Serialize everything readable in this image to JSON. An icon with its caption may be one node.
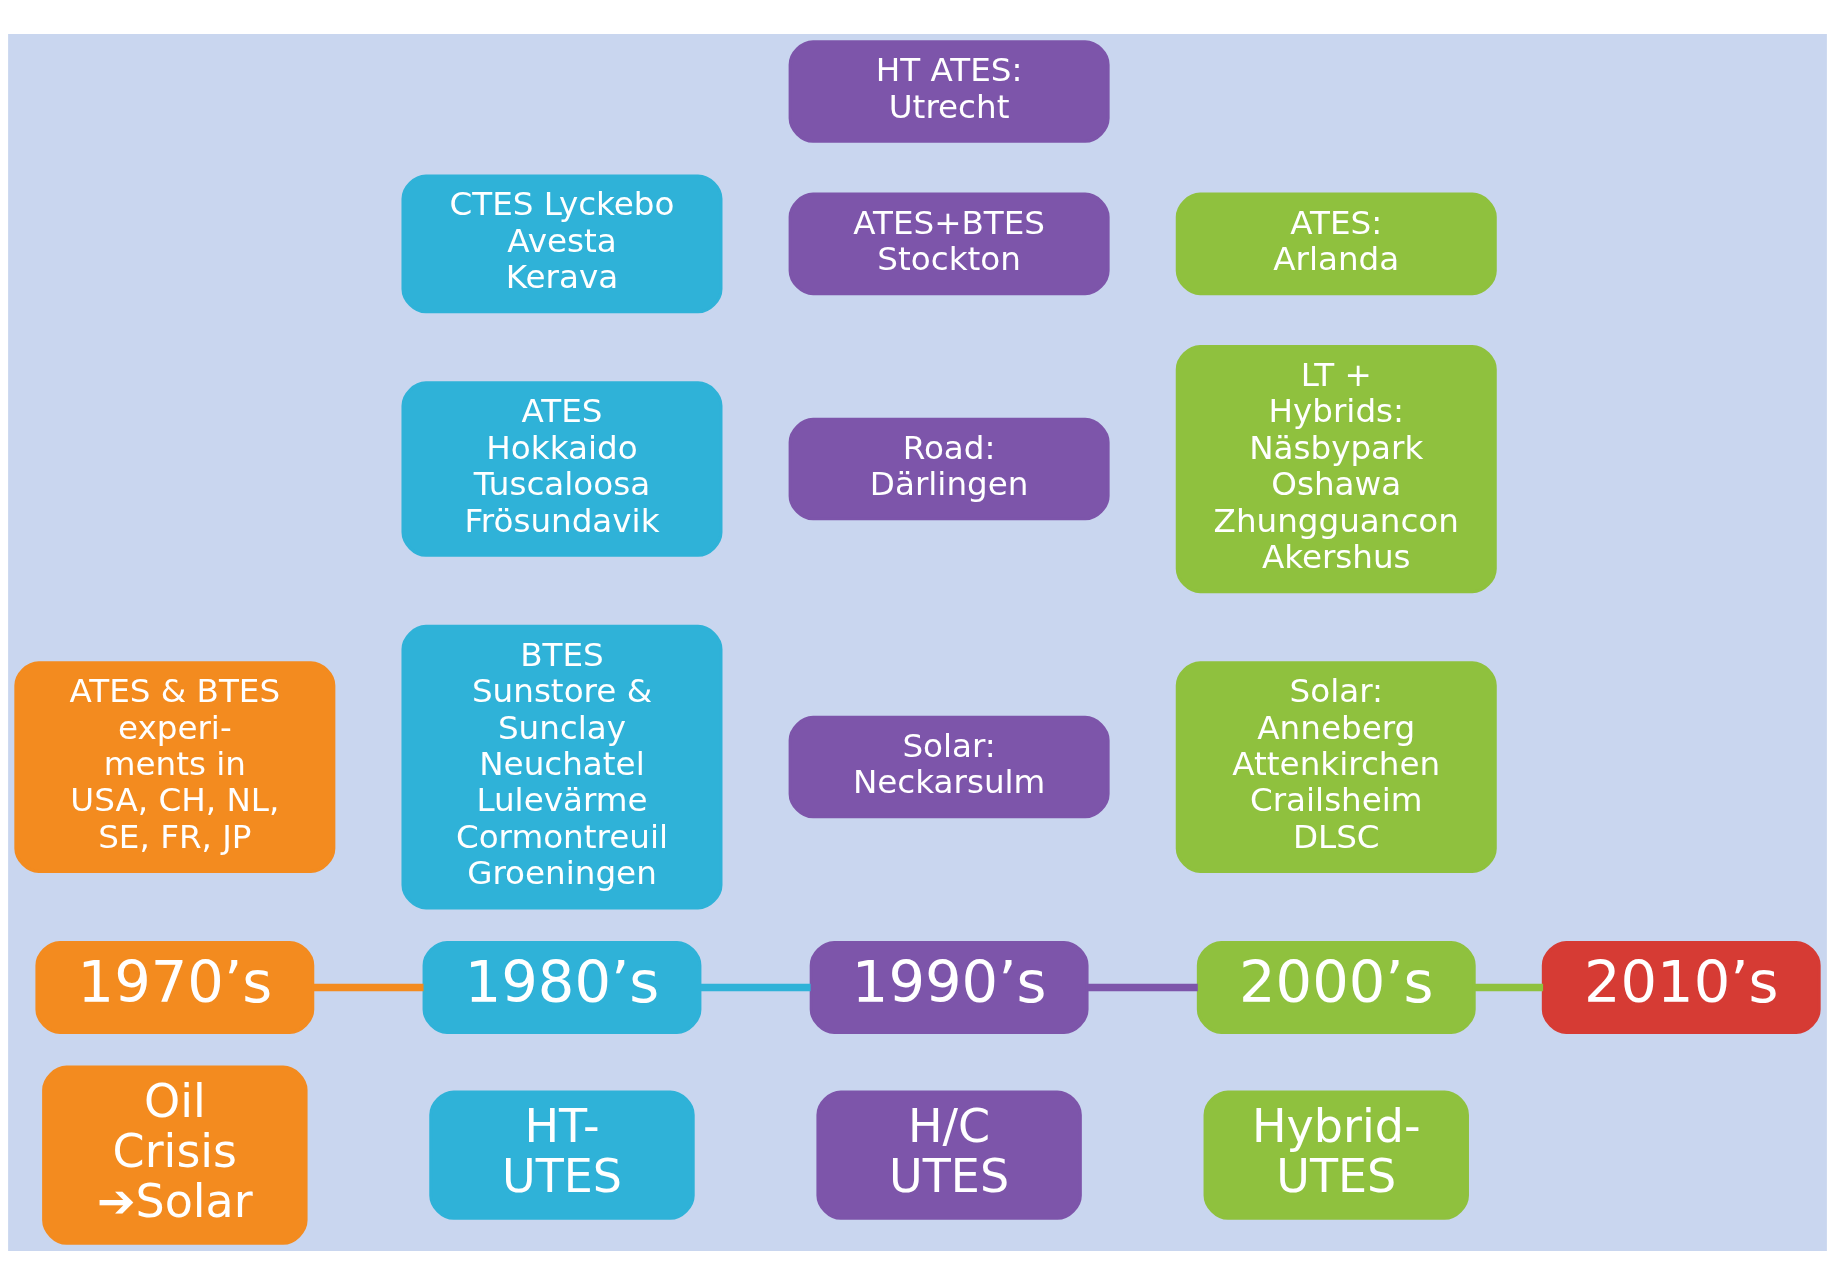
{
  "diagram": {
    "nodes": [
      {
        "text": [
          "ATES & BTES experi- ments in USA, CH, NL, SE, FR, JP"
        ]
      },
      {
        "text": [
          "1970’s"
        ]
      },
      {
        "text": [
          "Oil Crisis ➔Solar"
        ]
      },
      {
        "text": [
          "CTES Lyckebo Avesta Kerava"
        ]
      },
      {
        "text": [
          "ATES Hokkaido Tuscaloosa Frösundavik"
        ]
      },
      {
        "text": [
          "BTES Sunstore & Sunclay Neuchatel Lulevärme Cormontreuil Groeningen"
        ]
      },
      {
        "text": [
          "1980’s"
        ]
      },
      {
        "text": [
          "HT- UTES"
        ]
      },
      {
        "text": [
          "HT ATES: Utrecht"
        ]
      },
      {
        "text": [
          "ATES+BTES Stockton"
        ]
      },
      {
        "text": [
          "Road: Därlingen"
        ]
      },
      {
        "text": [
          "Solar: Neckarsulm"
        ]
      },
      {
        "text": [
          "1990’s"
        ]
      },
      {
        "text": [
          "H/C UTES"
        ]
      },
      {
        "text": [
          "ATES: Arlanda"
        ]
      },
      {
        "text": [
          "LT + Hybrids: Näsbypark Oshawa Zhungguancon Akershus"
        ]
      },
      {
        "text": [
          "Solar: Anneberg Attenkirchen Crailsheim DLSC"
        ]
      },
      {
        "text": [
          "2000’s"
        ]
      },
      {
        "text": [
          "Hybrid- UTES"
        ]
      },
      {
        "text": [
          "2010’s"
        ]
      }
    ],
    "edges": [
      {
        "from": 1,
        "to": 6,
        "arrow": "none",
        "color": "#f38b1f"
      },
      {
        "from": 6,
        "to": 12,
        "arrow": "none",
        "color": "#2fb2d8"
      },
      {
        "from": 12,
        "to": 17,
        "arrow": "none",
        "color": "#7d55aa"
      },
      {
        "from": 17,
        "to": 19,
        "arrow": "none",
        "color": "#8fc13e"
      }
    ]
  }
}
